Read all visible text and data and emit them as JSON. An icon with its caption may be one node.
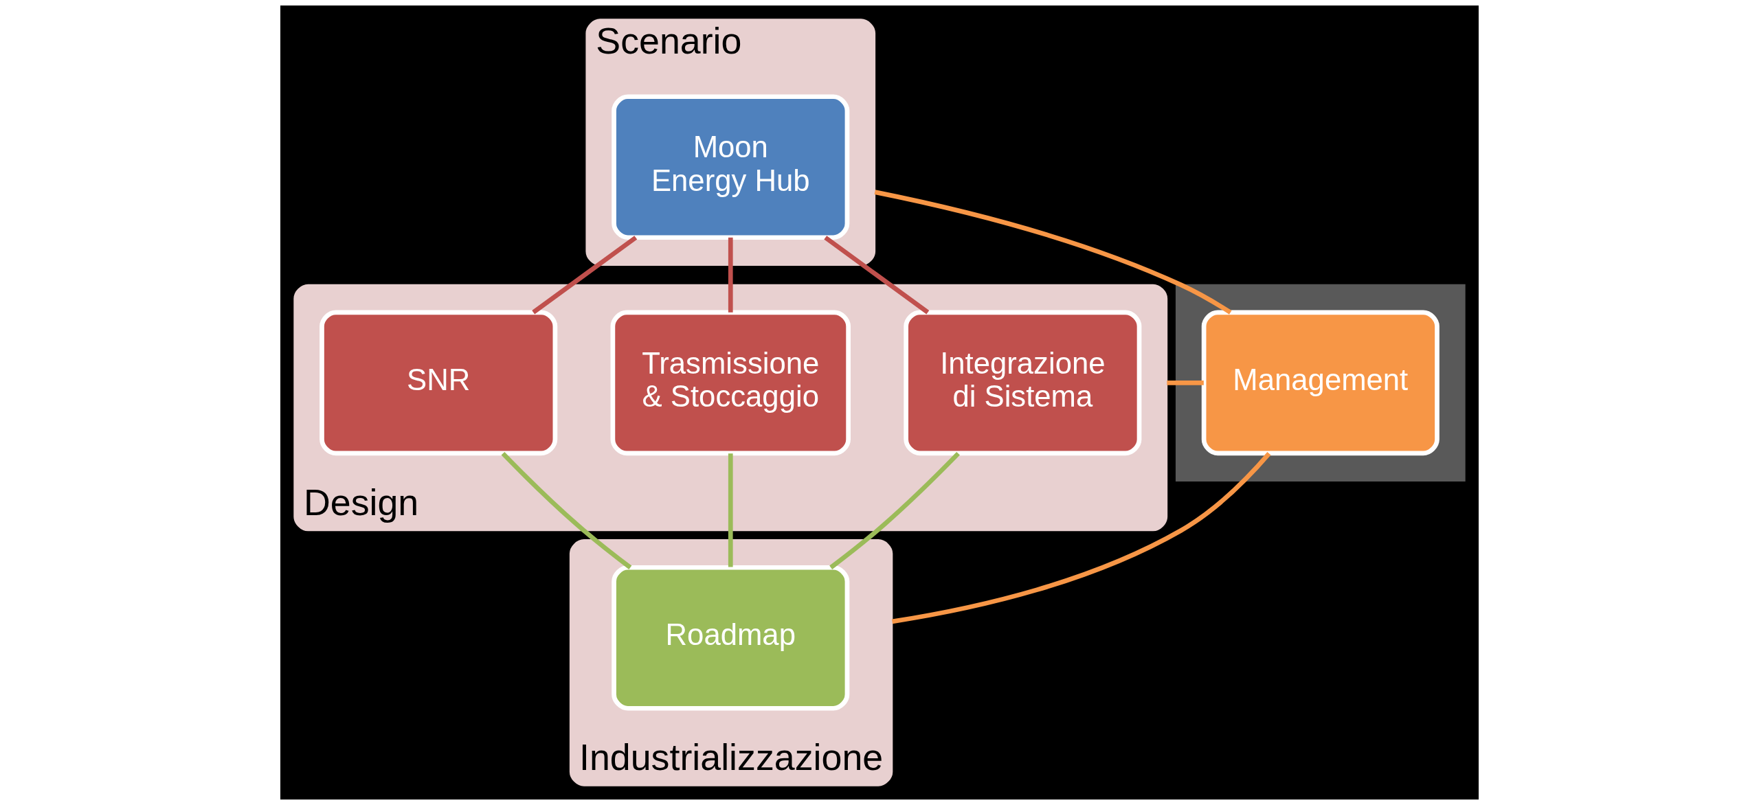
{
  "diagram": {
    "nodes": [
      {
        "text": [
          "Scenario"
        ]
      },
      {
        "text": [
          "Moon Energy Hub"
        ],
        "in": 0
      },
      {
        "text": [
          "Design"
        ]
      },
      {
        "text": [
          "SNR"
        ],
        "in": 2
      },
      {
        "text": [
          "Trasmissione & Stoccaggio"
        ],
        "in": 2
      },
      {
        "text": [
          "Integrazione di Sistema"
        ],
        "in": 2
      },
      {
        "text": [
          "Industrializzazione"
        ]
      },
      {
        "text": [
          "Roadmap"
        ],
        "in": 6
      },
      {
        "text": [],
        "shape": "box"
      },
      {
        "text": [
          "Management"
        ],
        "in": 8
      }
    ],
    "edges": [
      {
        "from": 1,
        "to": 3,
        "arrow": "none",
        "color": "#c0504d"
      },
      {
        "from": 1,
        "to": 4,
        "arrow": "none",
        "color": "#c0504d"
      },
      {
        "from": 1,
        "to": 5,
        "arrow": "none",
        "color": "#c0504d"
      },
      {
        "from": 3,
        "to": 7,
        "arrow": "none",
        "color": "#9bbb59"
      },
      {
        "from": 4,
        "to": 7,
        "arrow": "none",
        "color": "#9bbb59"
      },
      {
        "from": 5,
        "to": 7,
        "arrow": "none",
        "color": "#9bbb59"
      },
      {
        "from": 0,
        "to": 9,
        "arrow": "none",
        "color": "#f79646"
      },
      {
        "from": 2,
        "to": 9,
        "arrow": "none",
        "color": "#f79646"
      },
      {
        "from": 6,
        "to": 9,
        "arrow": "none",
        "color": "#f79646"
      }
    ]
  }
}
